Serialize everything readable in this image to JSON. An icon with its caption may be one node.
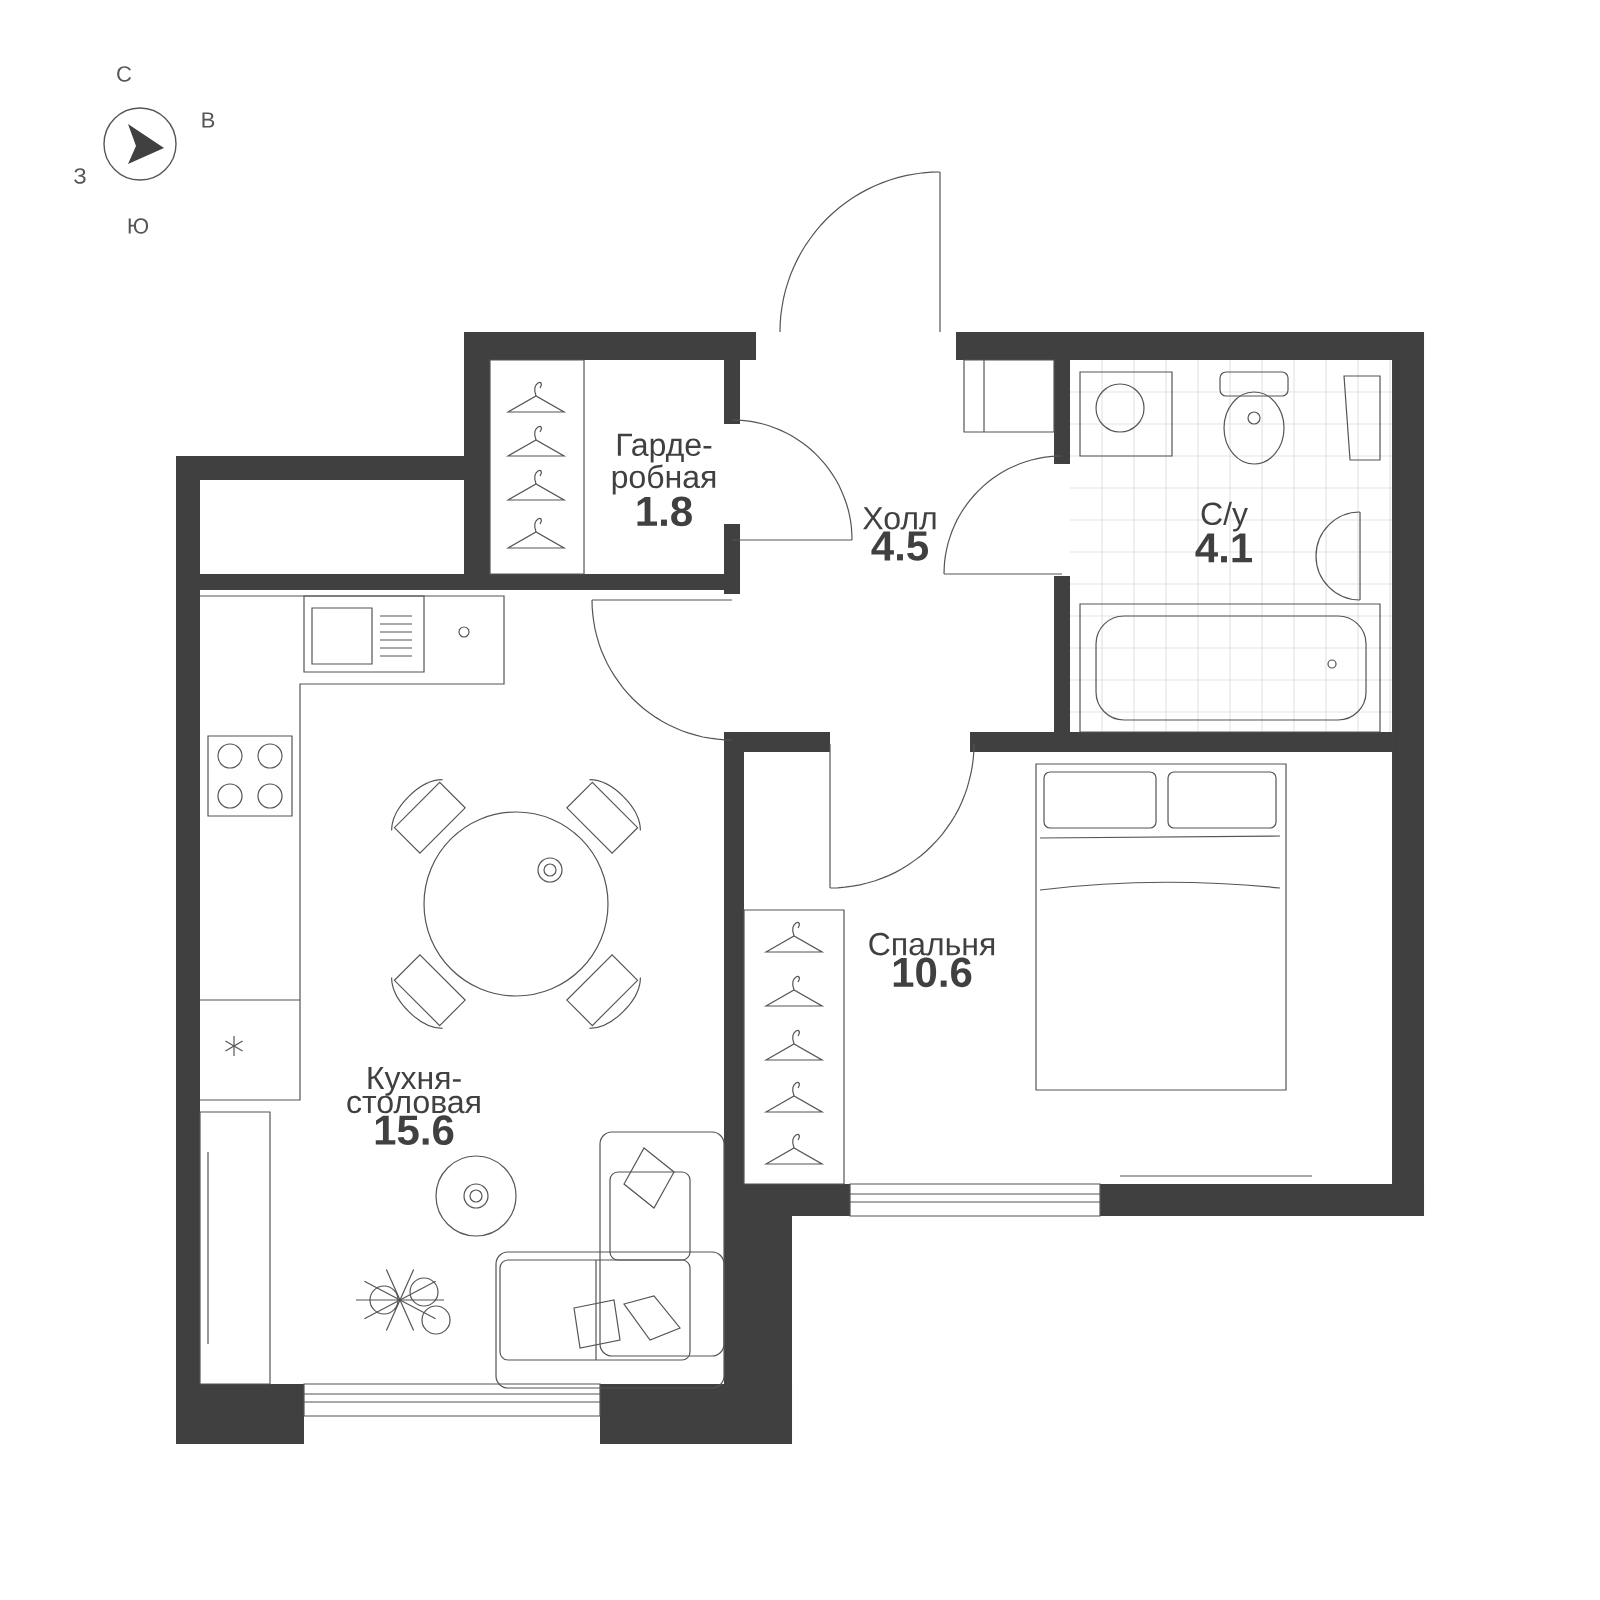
{
  "diagram": {
    "nodes": [
      {
        "text": [
          "Гарде-робная",
          "1.8"
        ]
      },
      {
        "text": [
          "Холл",
          "4.5"
        ]
      },
      {
        "text": [
          "С/у",
          "4.1"
        ]
      },
      {
        "text": [
          "Спальня",
          "10.6"
        ]
      },
      {
        "text": [
          "Кухня-столовая",
          "15.6"
        ]
      }
    ],
    "labels": [
      "С",
      "В",
      "З",
      "Ю"
    ]
  }
}
